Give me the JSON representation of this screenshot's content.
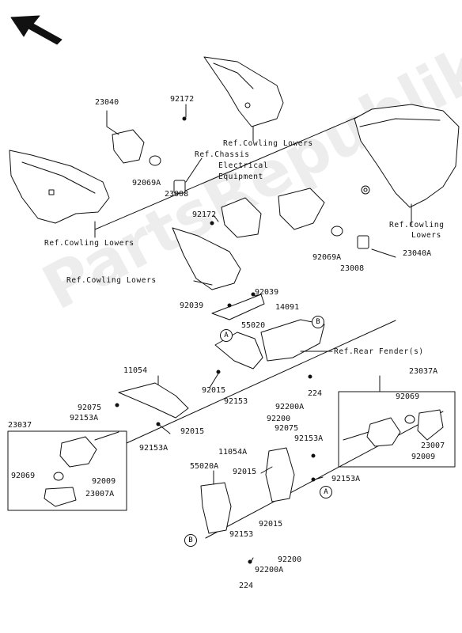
{
  "watermark": "PartsRepublik",
  "direction_arrow": "arrow-front-icon",
  "parts": {
    "p23040": "23040",
    "p92172_top": "92172",
    "ref_cowling_lowers_top": "Ref.Cowling Lowers",
    "ref_chassis": "Ref.Chassis",
    "ref_electrical": "Electrical",
    "ref_equipment": "Equipment",
    "p92069a_left": "92069A",
    "p23008_left": "23008",
    "ref_cowling_lowers_left": "Ref.Cowling Lowers",
    "p92172_mid": "92172",
    "ref_cowling_lowers_right1": "Ref.Cowling",
    "ref_cowling_lowers_right2": "Lowers",
    "p92069a_right": "92069A",
    "p23040a": "23040A",
    "p23008_right": "23008",
    "ref_cowling_lowers_mid": "Ref.Cowling Lowers",
    "p92039_right": "92039",
    "p92039_left": "92039",
    "p14091": "14091",
    "p55020": "55020",
    "ref_rear_fender": "Ref.Rear Fender(s)",
    "callout_b_top": "B",
    "callout_a_top": "A",
    "p11054": "11054",
    "p92015_mid": "92015",
    "p224_top": "224",
    "p23037a": "23037A",
    "p92153_mid": "92153",
    "p92075_left": "92075",
    "p92153a_left": "92153A",
    "p92200a_top": "92200A",
    "p92200_top": "92200",
    "p92069_right": "92069",
    "p92075_right": "92075",
    "p92015_left": "92015",
    "p23037": "23037",
    "p92153a_right1": "92153A",
    "p92153a_lower": "92153A",
    "p23007": "23007",
    "p11054a": "11054A",
    "p92009_right": "92009",
    "p92069_left": "92069",
    "p92009_left": "92009",
    "p55020a": "55020A",
    "p92015_lower": "92015",
    "p92153a_right2": "92153A",
    "p23007a": "23007A",
    "callout_a_lower": "A",
    "p92015_bottom": "92015",
    "p92153_bottom": "92153",
    "callout_b_lower": "B",
    "p92200_bottom": "92200",
    "p92200a_bottom": "92200A",
    "p224_bottom": "224"
  }
}
